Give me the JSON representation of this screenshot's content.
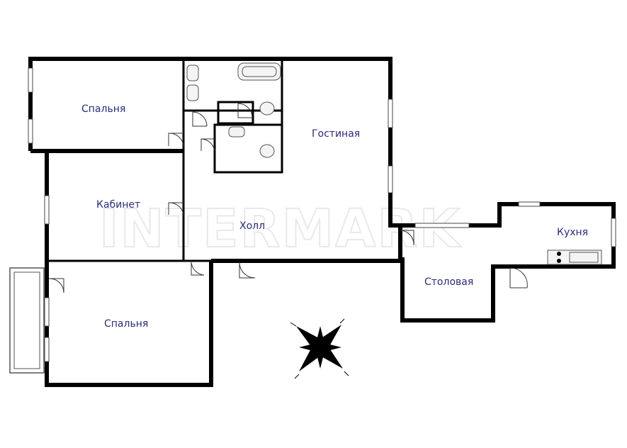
{
  "watermark": "INTERMARK",
  "rooms": [
    {
      "key": "bedroom-1",
      "label": "Спальня"
    },
    {
      "key": "living-room",
      "label": "Гостиная"
    },
    {
      "key": "study",
      "label": "Кабинет"
    },
    {
      "key": "hall",
      "label": "Холл"
    },
    {
      "key": "kitchen",
      "label": "Кухня"
    },
    {
      "key": "dining-room",
      "label": "Столовая"
    },
    {
      "key": "bedroom-2",
      "label": "Спальня"
    }
  ],
  "compass": {
    "icon": "compass-rose-icon"
  },
  "colors": {
    "walls": "#000000",
    "labels": "#2b2b7a",
    "watermark": "#e9e9e9"
  }
}
